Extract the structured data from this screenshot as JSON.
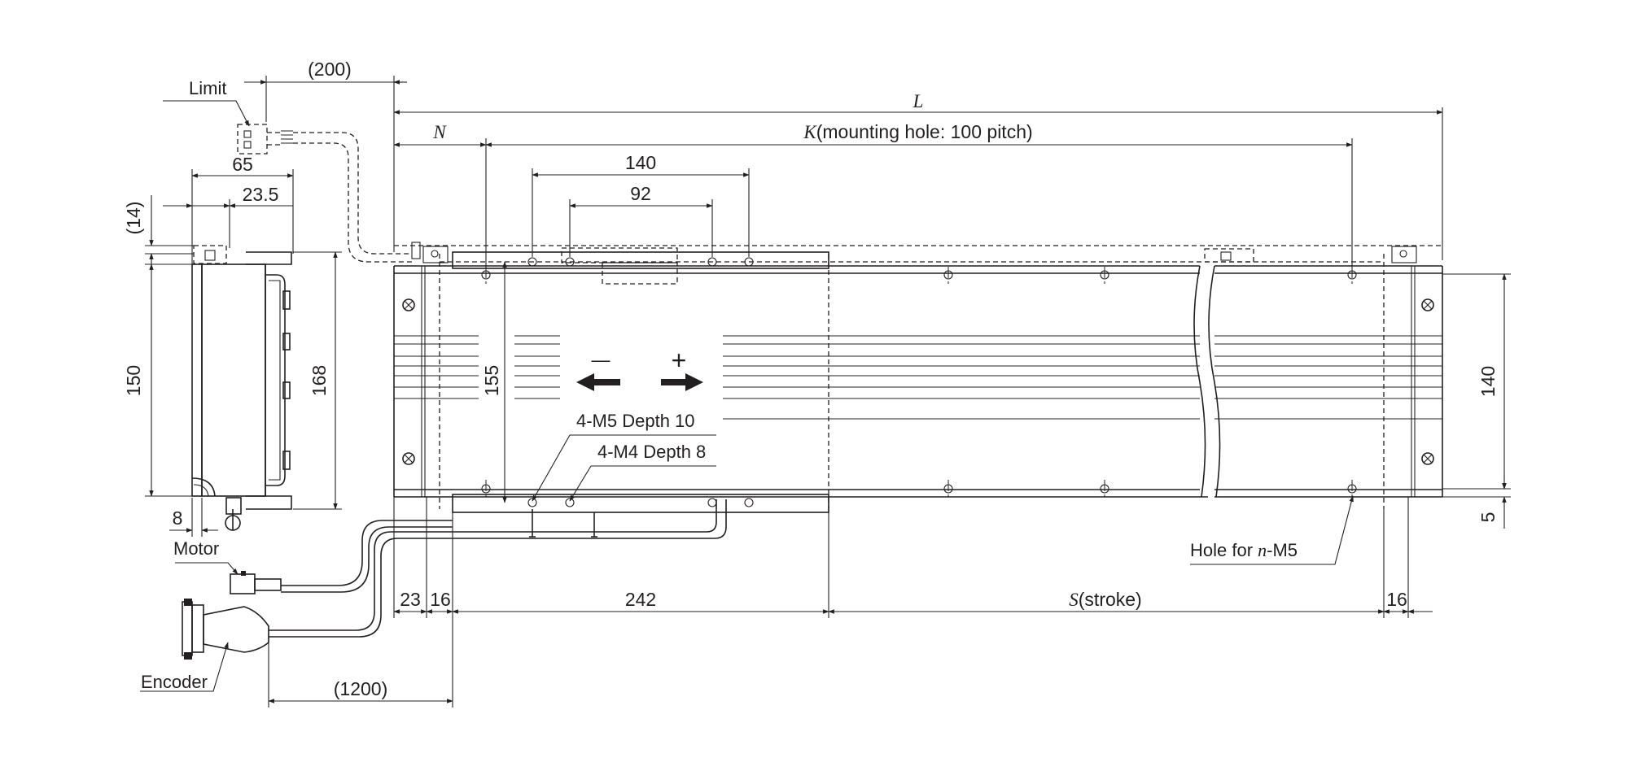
{
  "drawing": {
    "labels": {
      "limit": "Limit",
      "motor": "Motor",
      "encoder": "Encoder",
      "m5_holes": "4-M5 Depth 10",
      "m4_holes": "4-M4 Depth 8",
      "hole_n_m5_prefix": "Hole for ",
      "hole_n_m5_var": "n",
      "hole_n_m5_suffix": "-M5"
    },
    "directions": {
      "minus": "—",
      "plus": "+"
    },
    "dimensions": {
      "limit_cable": "(200)",
      "length_L": "L",
      "N": "N",
      "K_var": "K",
      "K_text": "(mounting hole: 100 pitch)",
      "w140_top": "140",
      "w92": "92",
      "w65": "65",
      "w23_5": "23.5",
      "h14": "(14)",
      "h150": "150",
      "h168": "168",
      "h155": "155",
      "h140_right": "140",
      "h5": "5",
      "w8": "8",
      "w23": "23",
      "w16_left": "16",
      "w242": "242",
      "S_var": "S",
      "S_text": "(stroke)",
      "w16_right": "16",
      "cable_1200": "(1200)"
    }
  }
}
